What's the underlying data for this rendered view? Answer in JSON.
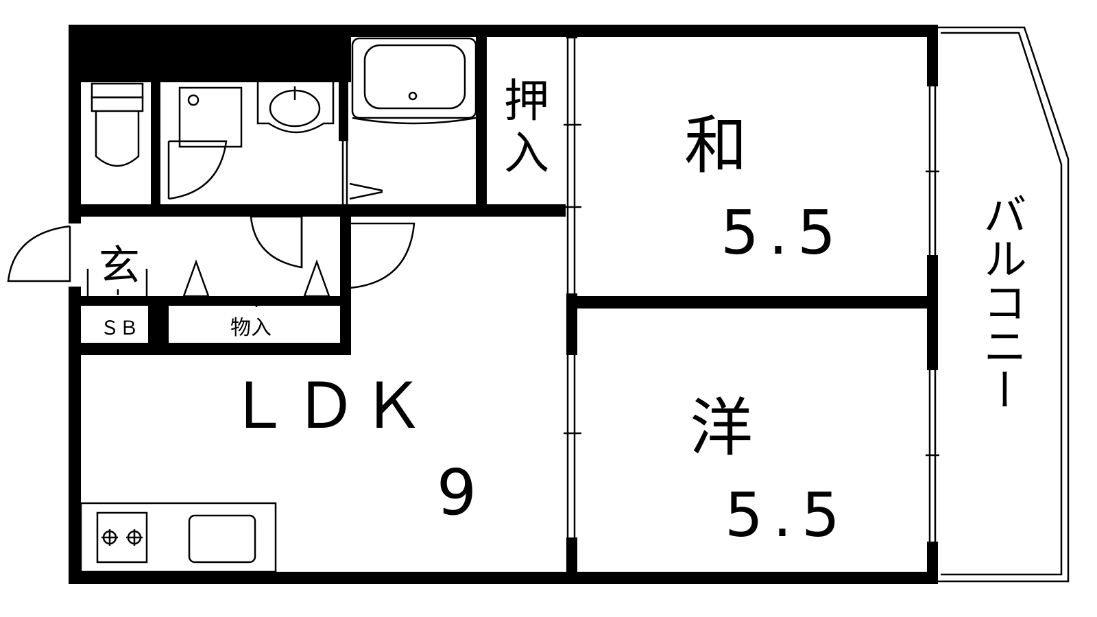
{
  "colors": {
    "wall": "#000000",
    "background": "#ffffff",
    "line": "#000000"
  },
  "rooms": {
    "washitsu": {
      "name": "和",
      "size": "5.5"
    },
    "youshitsu": {
      "name": "洋",
      "size": "5.5"
    },
    "ldk": {
      "name": "ＬＤＫ",
      "size": "9"
    },
    "oshiire": {
      "name_top": "押",
      "name_bottom": "入"
    },
    "genkan": {
      "name": "玄"
    },
    "shoe_box": {
      "name": "ＳＢ"
    },
    "storage": {
      "name": "物入"
    },
    "balcony": {
      "name": "バルコニー"
    }
  }
}
